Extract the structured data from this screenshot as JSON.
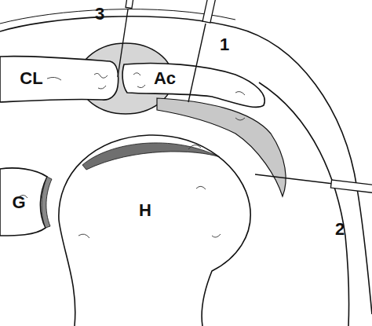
{
  "diagram": {
    "labels": [
      "3",
      "1",
      "CL",
      "Ac",
      "G",
      "H",
      "2"
    ]
  }
}
